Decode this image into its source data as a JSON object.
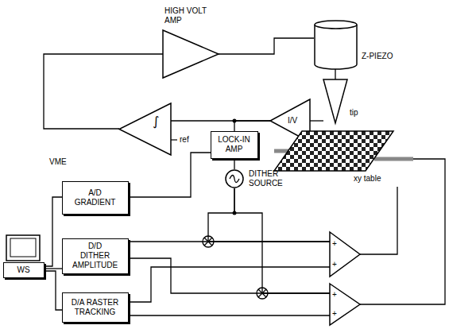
{
  "diagram": {
    "nodes": [
      {
        "text": [
          "HIGH VOLT AMP"
        ]
      },
      {
        "text": [
          "Z-PIEZO"
        ]
      },
      {
        "text": [
          "∫"
        ]
      },
      {
        "text": [
          "I/V"
        ]
      },
      {
        "text": [
          "tip"
        ]
      },
      {
        "text": [
          "LOCK-IN AMP"
        ]
      },
      {
        "text": [
          "xy table"
        ]
      },
      {
        "text": [
          "DITHER SOURCE"
        ]
      },
      {
        "text": [
          "A/D GRADIENT"
        ]
      },
      {
        "text": [
          "WS"
        ]
      },
      {
        "text": [
          "D/D DITHER AMPLITUDE"
        ]
      },
      {
        "text": [
          "+",
          "+"
        ]
      },
      {
        "text": [
          "D/A RASTER TRACKING"
        ]
      },
      {
        "text": [
          "+",
          "+"
        ]
      }
    ],
    "edges": [
      {
        "from": 2,
        "to": 0,
        "arrow": "none"
      },
      {
        "from": 0,
        "to": 1,
        "arrow": "none"
      },
      {
        "from": 1,
        "to": 4,
        "arrow": "none"
      },
      {
        "from": 4,
        "to": 3,
        "arrow": "none"
      },
      {
        "from": 3,
        "to": 2,
        "arrow": "none"
      },
      {
        "from": 3,
        "to": 5,
        "arrow": "none"
      },
      {
        "from": 7,
        "to": 5,
        "arrow": "none"
      },
      {
        "from": 5,
        "to": 8,
        "arrow": "none"
      },
      {
        "from": 7,
        "to": 11,
        "arrow": "none"
      },
      {
        "from": 7,
        "to": 13,
        "arrow": "none"
      },
      {
        "from": 10,
        "to": 11,
        "arrow": "none"
      },
      {
        "from": 10,
        "to": 13,
        "arrow": "none"
      },
      {
        "from": 12,
        "to": 11,
        "arrow": "none"
      },
      {
        "from": 12,
        "to": 13,
        "arrow": "none"
      },
      {
        "from": 11,
        "to": 6,
        "arrow": "none"
      },
      {
        "from": 13,
        "to": 6,
        "arrow": "none"
      },
      {
        "from": 9,
        "to": 8,
        "arrow": "none"
      },
      {
        "from": 9,
        "to": 10,
        "arrow": "none"
      },
      {
        "from": 9,
        "to": 12,
        "arrow": "none"
      }
    ],
    "labels": [
      "ref",
      "VME"
    ]
  }
}
